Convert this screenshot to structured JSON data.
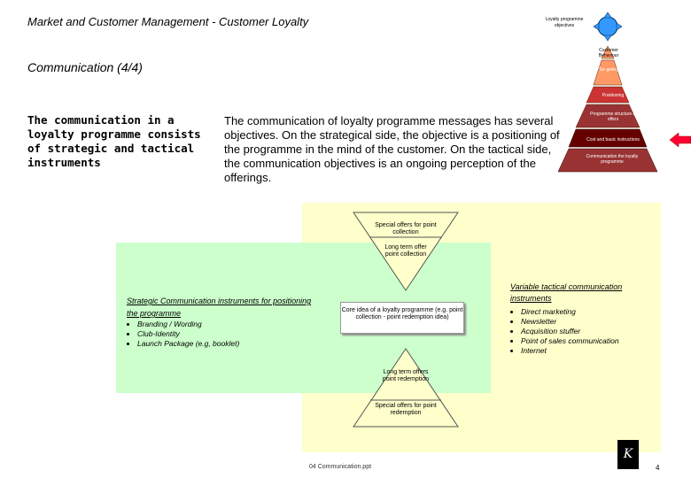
{
  "header": {
    "title": "Market and Customer Management - Customer Loyalty",
    "subtitle": "Communication (4/4)"
  },
  "left_heading": "The communication in a loyalty programme consists of strategic and tactical instruments",
  "description": "The communication of loyalty programme messages has several objectives. On the strategical side, the objective is a positioning of the programme in the mind of the customer. On the tactical side, the communication objectives is an ongoing perception of the offerings.",
  "pyramid": {
    "top_label": "Loyalty programme objectives",
    "levels": [
      "Customer Behaviour",
      "Tar-geting",
      "Positioning",
      "Programme structure & offers",
      "Cost and basic instructions",
      "Communication the loyalty programme"
    ]
  },
  "diagram": {
    "top_triangle_1": "Special offers for point collection",
    "top_triangle_2": "Long term offer point collection",
    "bottom_triangle_1": "Long term offers point redemption",
    "bottom_triangle_2": "Special offers for point redemption",
    "core": "Core idea of a loyalty programme (e.g. point collection - point redemption idea)",
    "strategic": {
      "title": "Strategic Communication instruments for positioning the programme",
      "items": [
        "Branding / Wording",
        "Club-Identity",
        "Launch Package (e.g, booklet)"
      ]
    },
    "tactical": {
      "title": "Variable tactical communication instruments",
      "items": [
        "Direct marketing",
        "Newsletter",
        "Acquisition stuffer",
        "Point of sales communication",
        "Internet"
      ]
    }
  },
  "footer": {
    "file": "04 Communication.ppt",
    "page": "4",
    "logo_text": "K"
  },
  "colors": {
    "yellow_area": "#ffffcc",
    "green_area": "#ccffcc",
    "triangle_fill": "#ffffcc",
    "pyramid_top": "#ff9966",
    "pyramid_mid": "#cc3333",
    "pyramid_dark": "#660000",
    "arrow": "#ff0033"
  }
}
